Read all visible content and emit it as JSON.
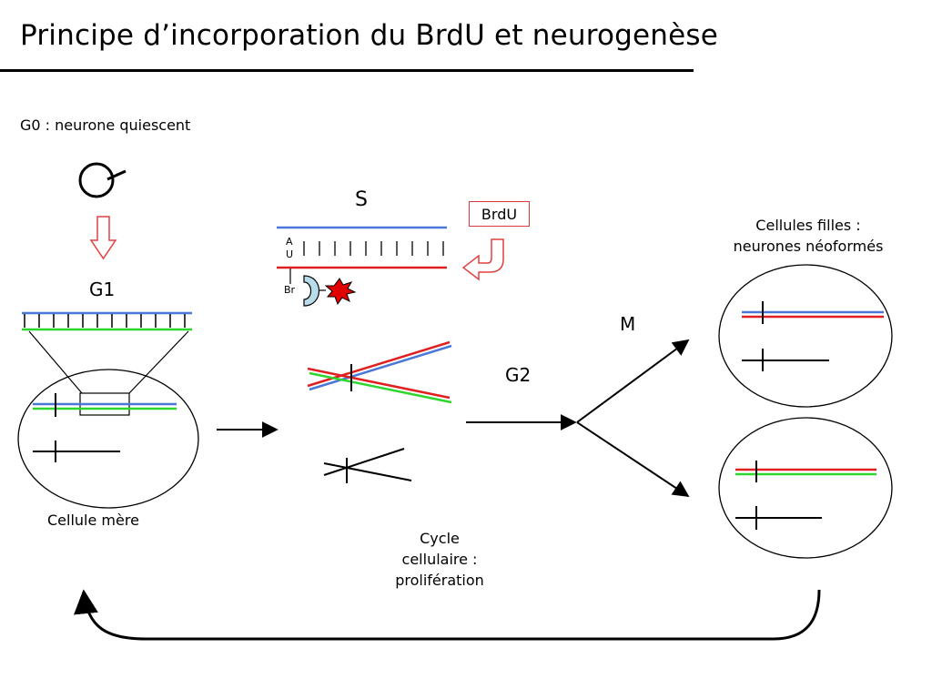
{
  "title": "Principe d’incorporation du BrdU et neurogenèse",
  "labels": {
    "g0": "G0 : neurone quiescent",
    "g1": "G1",
    "s": "S",
    "brdu": "BrdU",
    "m": "M",
    "g2": "G2",
    "base_a": "A",
    "base_u": "U",
    "br": "Br",
    "daughters": [
      "Cellules filles :",
      "neurones néoformés"
    ],
    "mother": "Cellule mère",
    "cycle": [
      "Cycle",
      "cellulaire :",
      "prolifération"
    ]
  },
  "colors": {
    "blue_strand": "#4a78d8",
    "green_strand": "#2fd52f",
    "red_strand": "#e02020",
    "arrow_outline": "#e04040",
    "antibody_fill": "#b8dcea",
    "marker_fill": "#e00000"
  }
}
